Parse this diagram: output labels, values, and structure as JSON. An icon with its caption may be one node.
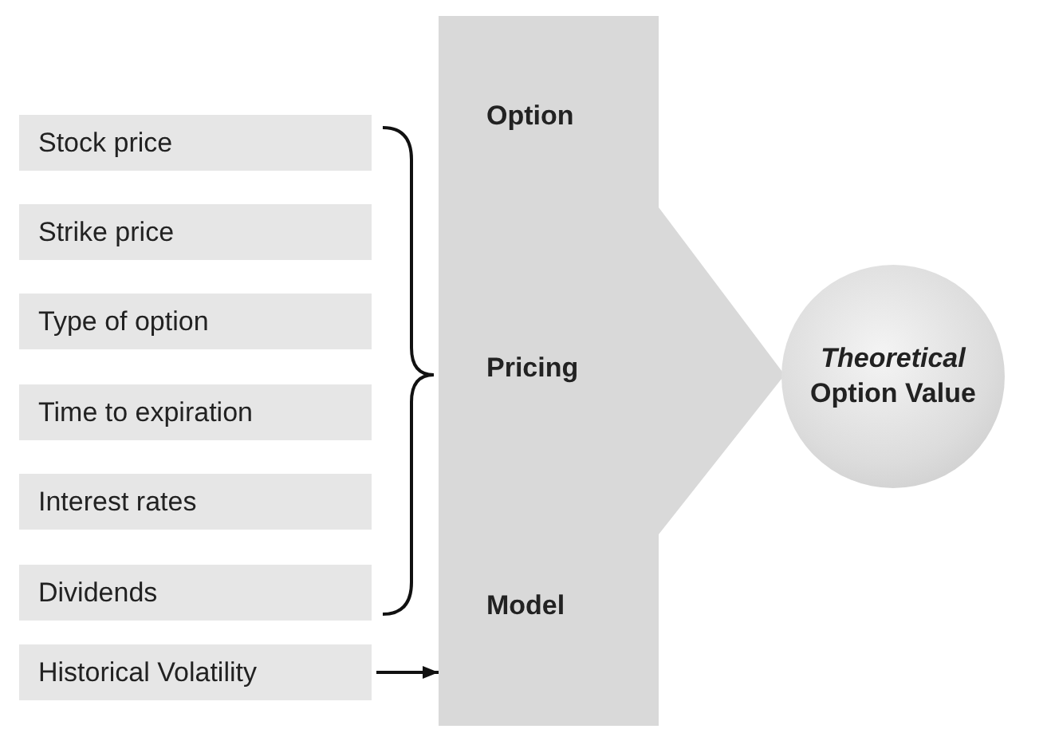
{
  "diagram": {
    "nodes": [
      {
        "text": [
          "Stock price"
        ]
      },
      {
        "text": [
          "Strike price"
        ]
      },
      {
        "text": [
          "Type of option"
        ]
      },
      {
        "text": [
          "Time to expiration"
        ]
      },
      {
        "text": [
          "Interest rates"
        ]
      },
      {
        "text": [
          "Dividends"
        ]
      },
      {
        "text": [
          "Historical Volatility"
        ]
      },
      {
        "text": [
          "Option",
          "Pricing",
          "Model"
        ]
      },
      {
        "text": [
          "*Theoretical* Option Value"
        ]
      }
    ],
    "edges": [
      {
        "from": 6,
        "to": 7,
        "arrow": "to"
      }
    ]
  }
}
